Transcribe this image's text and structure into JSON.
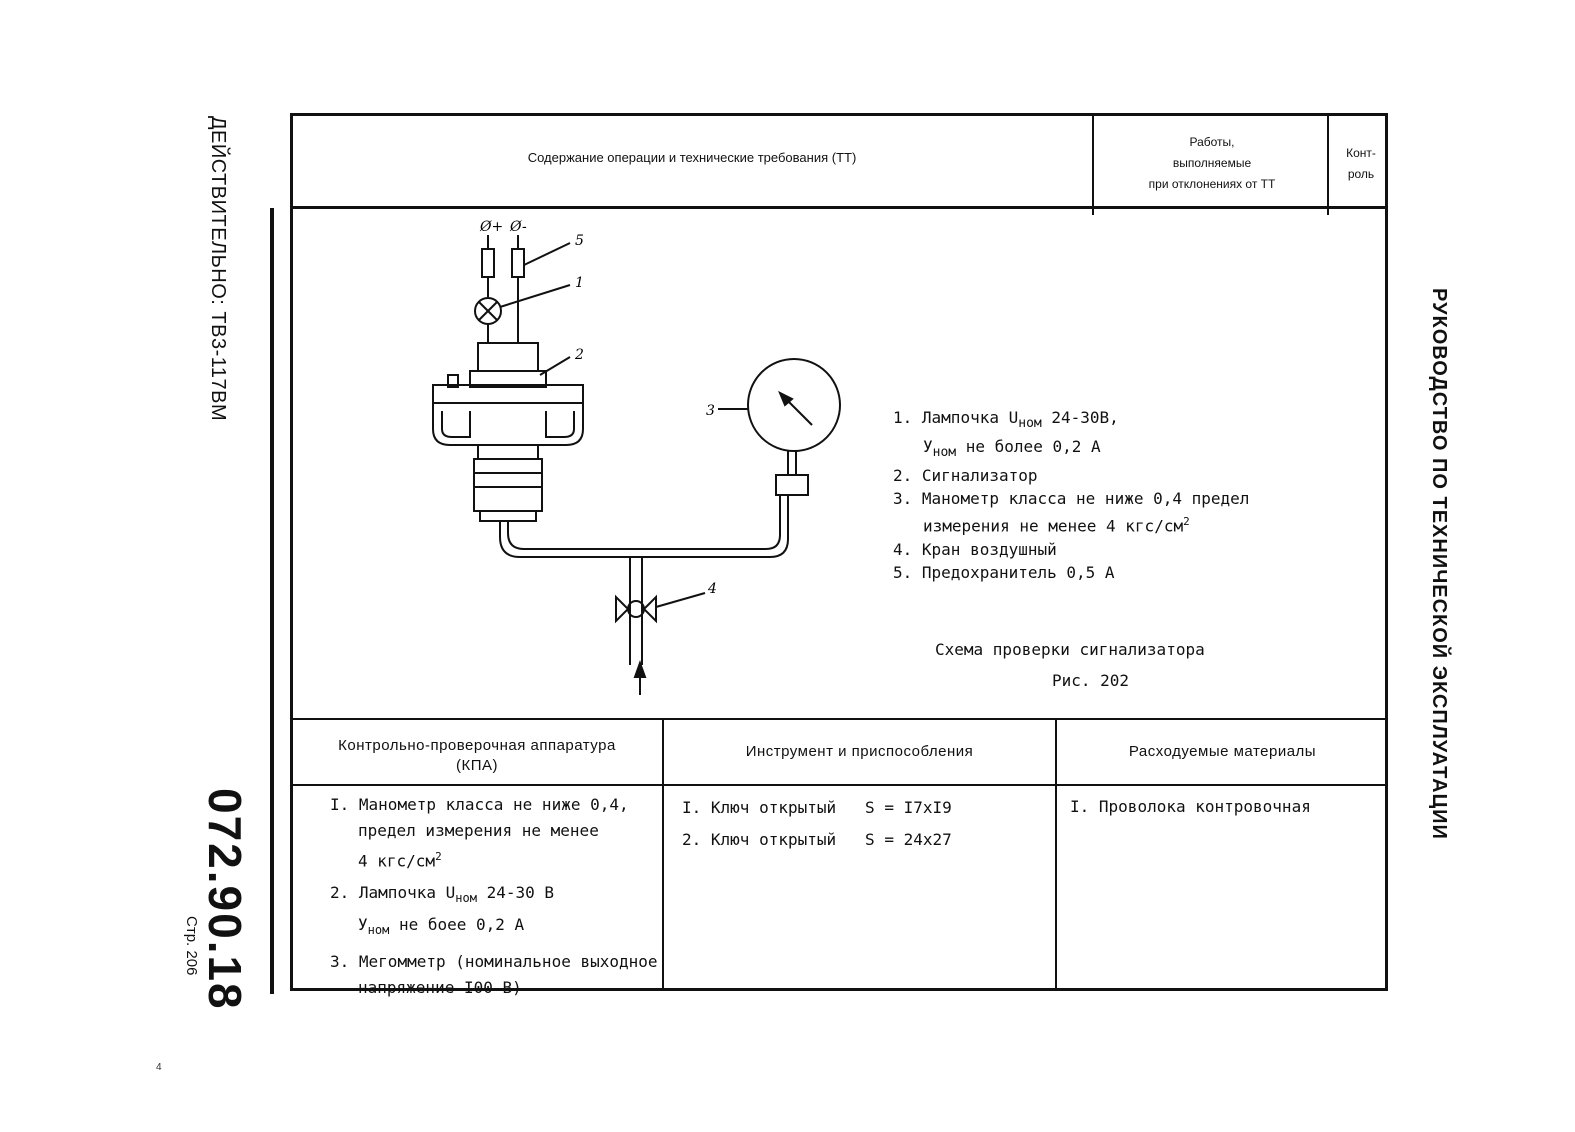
{
  "margin": {
    "validity": "ДЕЙСТВИТЕЛЬНО: ТВ3-117ВМ",
    "doc_number": "072.90.18",
    "page": "Стр. 206",
    "right_vertical": "РУКОВОДСТВО ПО ТЕХНИЧЕСКОЙ ЭКСПЛУАТАЦИИ",
    "corner_mark": "4"
  },
  "header": {
    "content": "Содержание операции и технические требования (ТТ)",
    "works": [
      "Работы,",
      "выполняемые",
      "при отклонениях от ТТ"
    ],
    "control": [
      "Конт-",
      "роль"
    ]
  },
  "figure": {
    "callouts": [
      "5",
      "1",
      "2",
      "3",
      "4"
    ],
    "terminals": [
      "Ø+",
      "Ø-"
    ],
    "legend": [
      {
        "num": "1.",
        "text": "Лампочка",
        "sym": "U",
        "sub": "ном",
        "rest": " 24-30В,"
      },
      {
        "sym": "У",
        "sub": "ном",
        "rest": " не более 0,2 А"
      },
      {
        "num": "2.",
        "text": "Сигнализатор"
      },
      {
        "num": "3.",
        "text": "Манометр класса не ниже 0,4 предел"
      },
      {
        "text": "измерения не менее 4 кгс/см",
        "sup": "2"
      },
      {
        "num": "4.",
        "text": "Кран воздушный"
      },
      {
        "num": "5.",
        "text": "Предохранитель 0,5 А"
      }
    ],
    "caption": "Схема проверки сигнализатора",
    "number": "Рис. 202"
  },
  "table": {
    "headers": [
      "Контрольно-проверочная аппаратура",
      "(КПА)",
      "Инструмент и приспособления",
      "Расходуемые материалы"
    ],
    "kpa": [
      {
        "num": "I.",
        "text": "Манометр класса не ниже 0,4,"
      },
      {
        "text": "предел измерения не менее"
      },
      {
        "text": "4 кгс/см",
        "sup": "2"
      },
      {
        "num": "2.",
        "text": "Лампочка",
        "sym": "U",
        "sub": "ном",
        "rest": " 24-30 В"
      },
      {
        "sym": "У",
        "sub": "ном",
        "rest": " не боее 0,2 А"
      },
      {
        "num": "3.",
        "text": "Мегомметр (номинальное выходное"
      },
      {
        "text": "напряжение I00 В)"
      }
    ],
    "tools": [
      {
        "num": "I.",
        "text": "Ключ открытый",
        "s": "S",
        "size": "= I7xI9"
      },
      {
        "num": "2.",
        "text": "Ключ открытый",
        "s": "S",
        "size": "= 24x27"
      }
    ],
    "materials": [
      {
        "num": "I.",
        "text": "Проволока контровочная"
      }
    ]
  }
}
